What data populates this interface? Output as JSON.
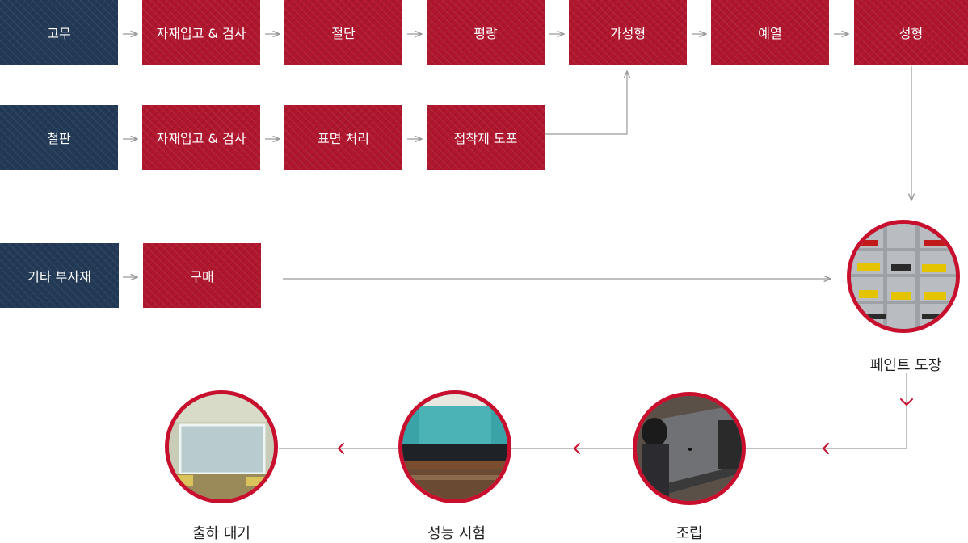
{
  "rows": {
    "rubber": {
      "source": "고무",
      "steps": [
        "자재입고 & 검사",
        "절단",
        "평량",
        "가성형",
        "예열",
        "성형"
      ]
    },
    "steel": {
      "source": "철판",
      "steps": [
        "자재입고 & 검사",
        "표면 처리",
        "접착제 도포"
      ]
    },
    "other": {
      "source": "기타 부자재",
      "steps": [
        "구매"
      ]
    }
  },
  "stages": {
    "paint": "페인트 도장",
    "assembly": "조립",
    "test": "성능 시험",
    "shipping": "출하 대기"
  },
  "colors": {
    "navy": "#233a57",
    "red": "#b0172f",
    "accent": "#c8102e",
    "line": "#999999"
  }
}
